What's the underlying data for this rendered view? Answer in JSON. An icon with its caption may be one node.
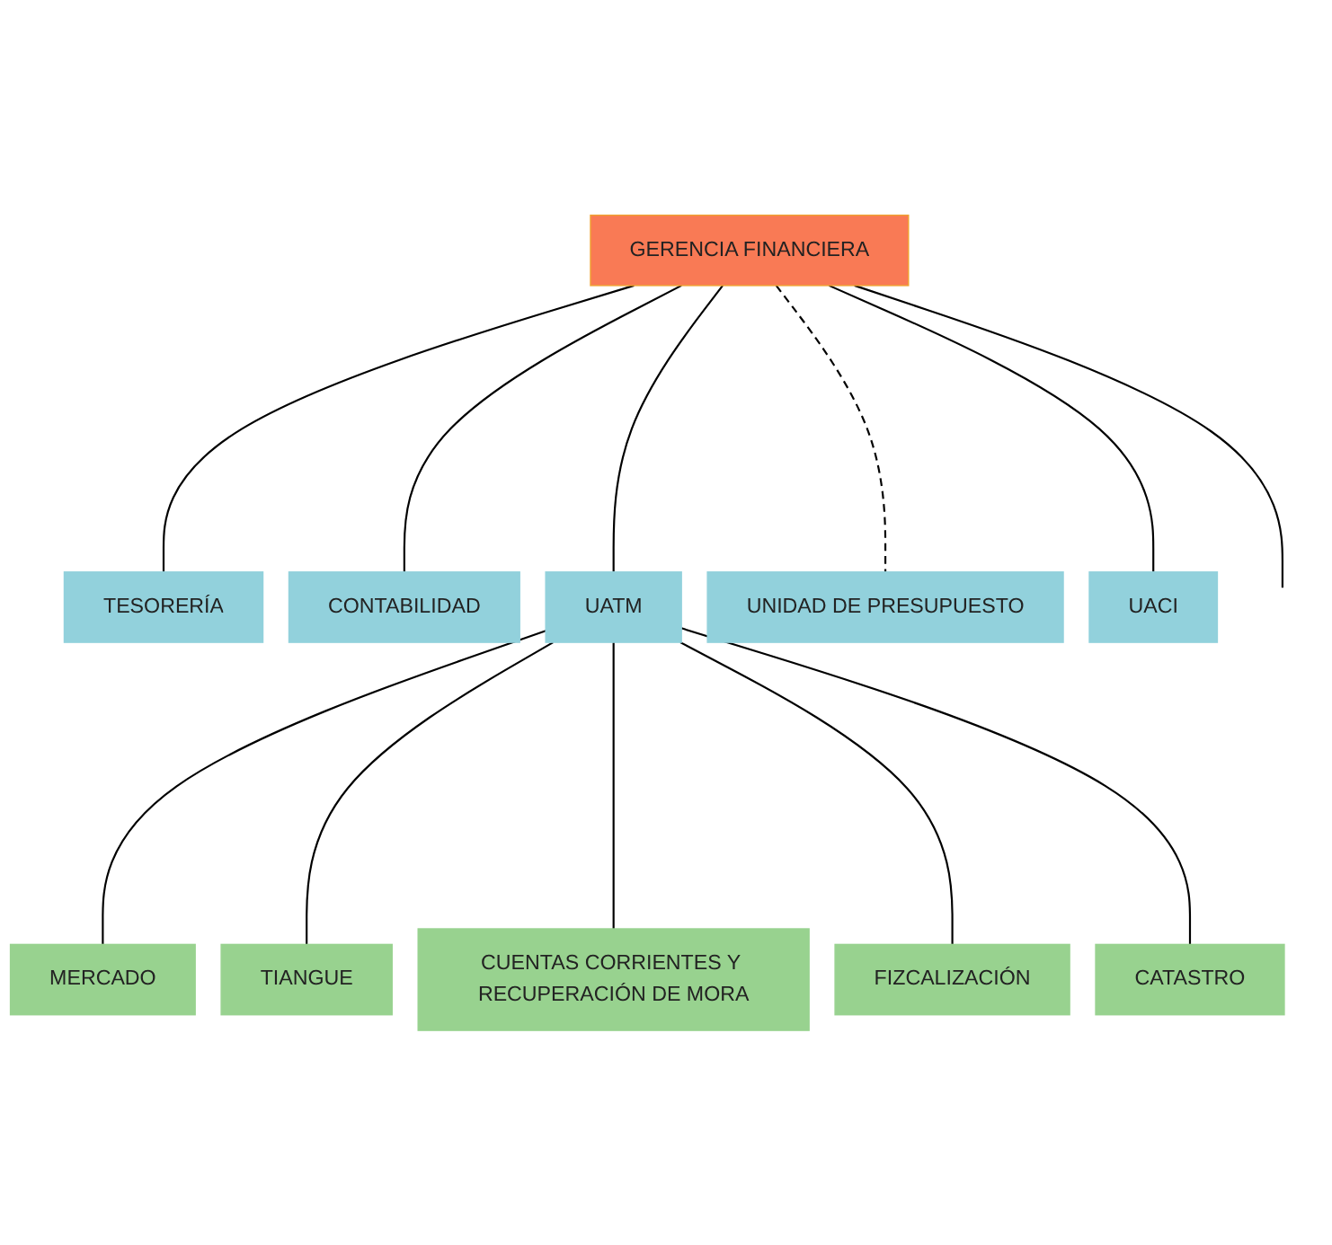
{
  "diagram": {
    "nodes": [
      {
        "text": [
          "GERENCIA FINANCIERA"
        ]
      },
      {
        "text": [
          "TESORERÍA"
        ]
      },
      {
        "text": [
          "CONTABILIDAD"
        ]
      },
      {
        "text": [
          "UATM"
        ]
      },
      {
        "text": [
          "UNIDAD DE PRESUPUESTO"
        ]
      },
      {
        "text": [
          "UACI"
        ]
      },
      {
        "text": [
          "MERCADO"
        ]
      },
      {
        "text": [
          "TIANGUE"
        ]
      },
      {
        "text": [
          "CUENTAS CORRIENTES Y RECUPERACIÓN DE MORA"
        ]
      },
      {
        "text": [
          "FIZCALIZACIÓN"
        ]
      },
      {
        "text": [
          "CATASTRO"
        ]
      }
    ],
    "edges": [
      {
        "from": 0,
        "to": null,
        "arrow": "none"
      },
      {
        "from": 0,
        "to": 1,
        "arrow": "none"
      },
      {
        "from": 0,
        "to": 2,
        "arrow": "none"
      },
      {
        "from": 0,
        "to": 3,
        "arrow": "none"
      },
      {
        "from": 0,
        "to": 4,
        "arrow": "none",
        "style": "dashed"
      },
      {
        "from": 0,
        "to": 5,
        "arrow": "none"
      },
      {
        "from": 3,
        "to": 6,
        "arrow": "none"
      },
      {
        "from": 3,
        "to": 7,
        "arrow": "none"
      },
      {
        "from": 3,
        "to": 8,
        "arrow": "none"
      },
      {
        "from": 3,
        "to": 9,
        "arrow": "none"
      },
      {
        "from": 3,
        "to": 10,
        "arrow": "none"
      }
    ]
  }
}
